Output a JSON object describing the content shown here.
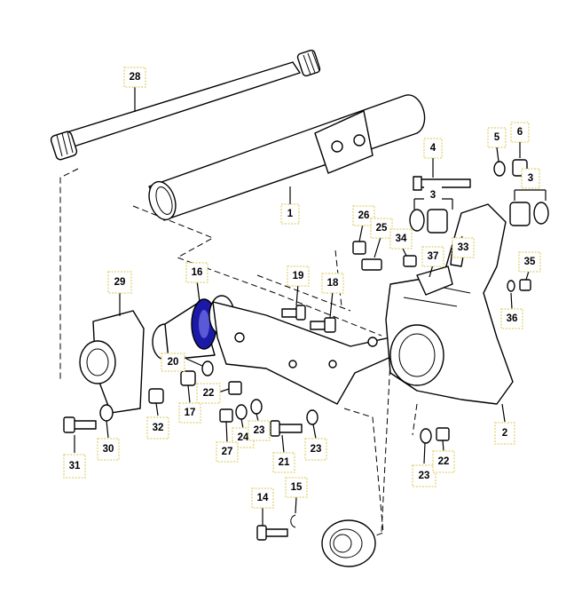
{
  "colors": {
    "line": "#000000",
    "callout_border": "#e6d98a",
    "highlight_bushing": "#1a1aa6"
  },
  "callouts": [
    {
      "id": "c28",
      "label": "28"
    },
    {
      "id": "c1",
      "label": "1"
    },
    {
      "id": "c4",
      "label": "4"
    },
    {
      "id": "c5",
      "label": "5"
    },
    {
      "id": "c6",
      "label": "6"
    },
    {
      "id": "c3a",
      "label": "3"
    },
    {
      "id": "c3b",
      "label": "3"
    },
    {
      "id": "c26",
      "label": "26"
    },
    {
      "id": "c25",
      "label": "25"
    },
    {
      "id": "c34",
      "label": "34"
    },
    {
      "id": "c37",
      "label": "37"
    },
    {
      "id": "c33",
      "label": "33"
    },
    {
      "id": "c35",
      "label": "35"
    },
    {
      "id": "c36",
      "label": "36"
    },
    {
      "id": "c29",
      "label": "29"
    },
    {
      "id": "c16",
      "label": "16"
    },
    {
      "id": "c19",
      "label": "19"
    },
    {
      "id": "c18",
      "label": "18"
    },
    {
      "id": "c20",
      "label": "20"
    },
    {
      "id": "c22a",
      "label": "22"
    },
    {
      "id": "c17",
      "label": "17"
    },
    {
      "id": "c32",
      "label": "32"
    },
    {
      "id": "c24",
      "label": "24"
    },
    {
      "id": "c23a",
      "label": "23"
    },
    {
      "id": "c27",
      "label": "27"
    },
    {
      "id": "c21",
      "label": "21"
    },
    {
      "id": "c23b",
      "label": "23"
    },
    {
      "id": "c31",
      "label": "31"
    },
    {
      "id": "c30",
      "label": "30"
    },
    {
      "id": "c2",
      "label": "2"
    },
    {
      "id": "c23c",
      "label": "23"
    },
    {
      "id": "c22b",
      "label": "22"
    },
    {
      "id": "c14",
      "label": "14"
    },
    {
      "id": "c15",
      "label": "15"
    }
  ]
}
